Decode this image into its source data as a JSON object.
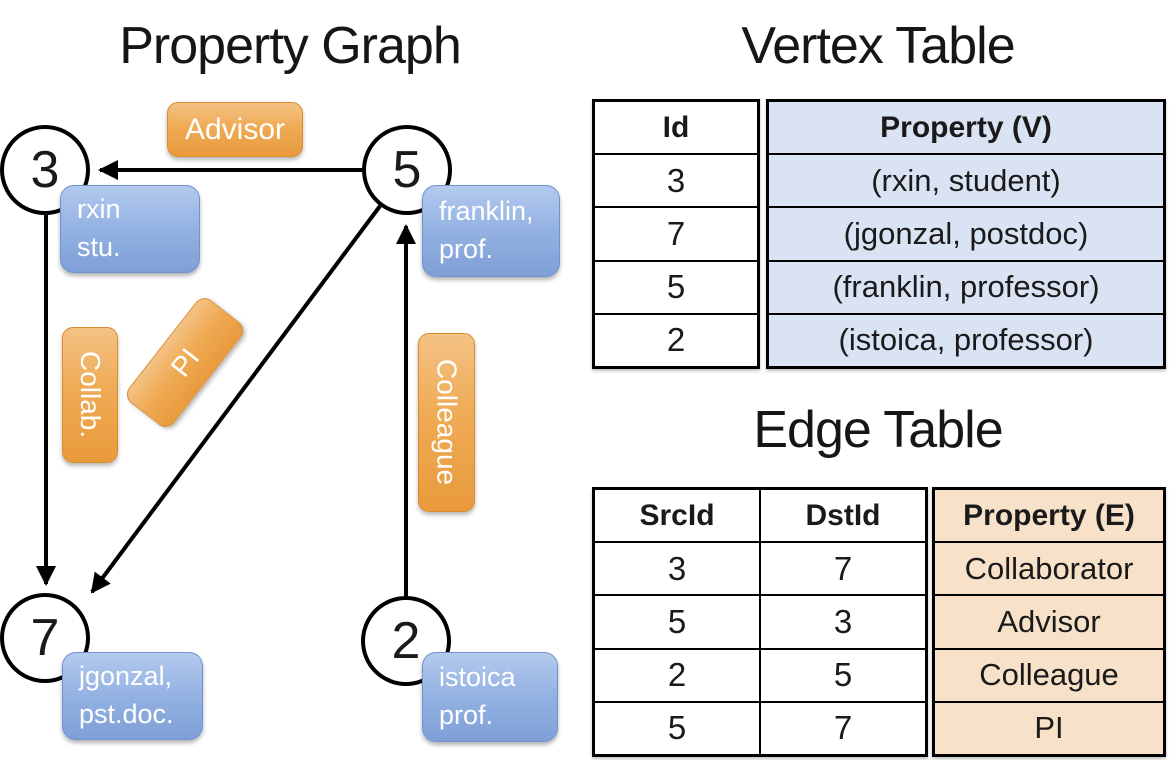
{
  "graph": {
    "title": "Property Graph",
    "nodes": [
      {
        "id": "3"
      },
      {
        "id": "5"
      },
      {
        "id": "7"
      },
      {
        "id": "2"
      }
    ],
    "edge_labels": {
      "advisor": "Advisor",
      "collab": "Collab.",
      "pi": "PI",
      "colleague": "Colleague"
    },
    "property_boxes": {
      "rxin": {
        "line1": "rxin",
        "line2": "stu."
      },
      "franklin": {
        "line1": "franklin,",
        "line2": "prof."
      },
      "jgonzal": {
        "line1": "jgonzal,",
        "line2": "pst.doc."
      },
      "istoica": {
        "line1": "istoica",
        "line2": "prof."
      }
    }
  },
  "vertex_table": {
    "title": "Vertex Table",
    "columns": {
      "id": "Id",
      "property": "Property (V)"
    },
    "rows": [
      {
        "id": "3",
        "property": "(rxin, student)"
      },
      {
        "id": "7",
        "property": "(jgonzal, postdoc)"
      },
      {
        "id": "5",
        "property": "(franklin, professor)"
      },
      {
        "id": "2",
        "property": "(istoica, professor)"
      }
    ]
  },
  "edge_table": {
    "title": "Edge Table",
    "columns": {
      "src": "SrcId",
      "dst": "DstId",
      "property": "Property (E)"
    },
    "rows": [
      {
        "src": "3",
        "dst": "7",
        "property": "Collaborator"
      },
      {
        "src": "5",
        "dst": "3",
        "property": "Advisor"
      },
      {
        "src": "2",
        "dst": "5",
        "property": "Colleague"
      },
      {
        "src": "5",
        "dst": "7",
        "property": "PI"
      }
    ]
  },
  "colors": {
    "edge_label_orange": "#efa64a",
    "property_box_blue": "#8babdf",
    "vertex_cell_blue": "#dae3f3",
    "edge_cell_tan": "#f8e1c9",
    "line_black": "#000000"
  }
}
